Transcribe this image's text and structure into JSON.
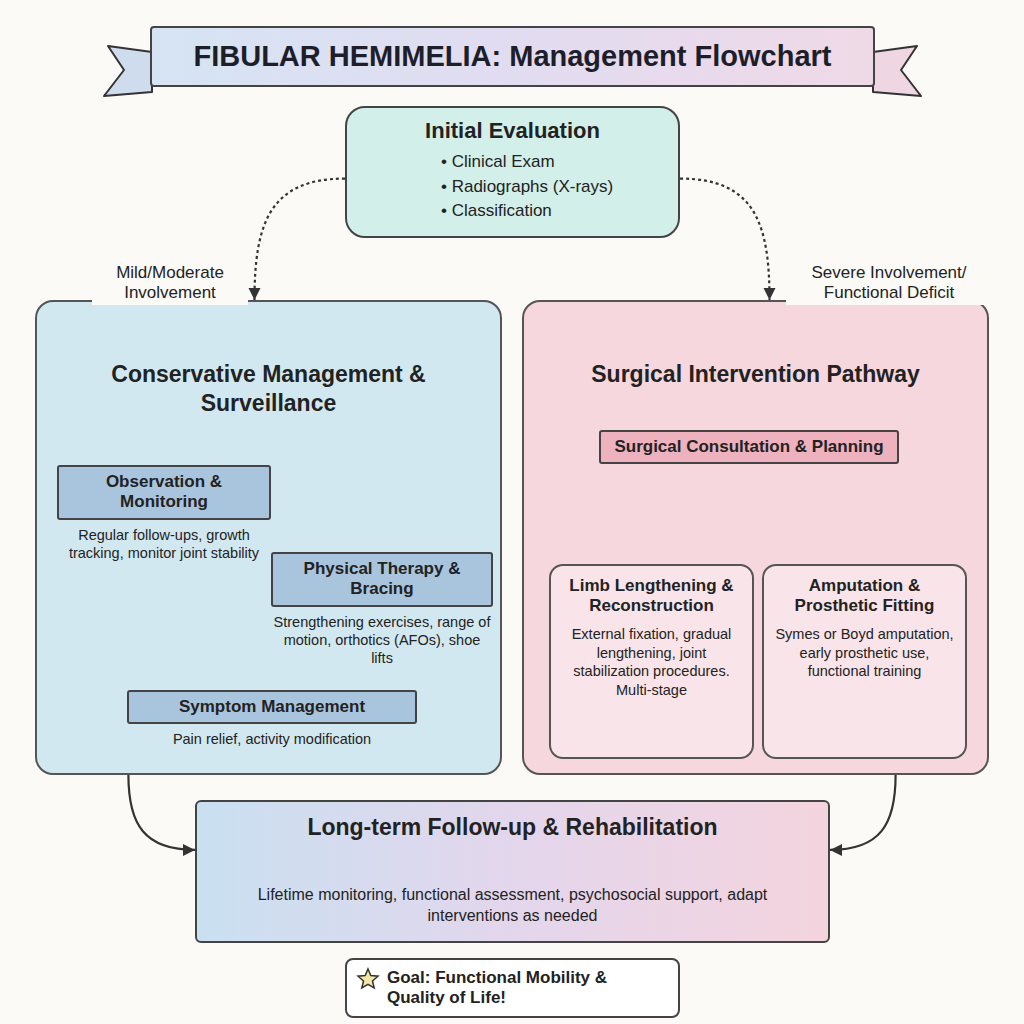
{
  "diagram": {
    "title": "FIBULAR HEMIMELIA: Management Flowchart",
    "nodes": [
      {
        "text": [
          "Initial Evaluation",
          "• Clinical Exam",
          "• Radiographs (X-rays)",
          "• Classification"
        ]
      },
      {
        "text": [
          "Conservative Management & Surveillance"
        ]
      },
      {
        "text": [
          "Observation & Monitoring",
          "Regular follow-ups, growth tracking, monitor joint stability"
        ],
        "in": 1
      },
      {
        "text": [
          "Physical Therapy & Bracing",
          "Strengthening exercises, range of motion, orthotics (AFOs), shoe lifts"
        ],
        "in": 1
      },
      {
        "text": [
          "Symptom Management",
          "Pain relief, activity modification"
        ],
        "in": 1
      },
      {
        "text": [
          "Surgical Intervention Pathway"
        ]
      },
      {
        "text": [
          "Surgical Consultation & Planning"
        ],
        "in": 5
      },
      {
        "text": [
          "Limb Lengthening & Reconstruction",
          "External fixation, gradual lengthening, joint stabilization procedures. Multi-stage"
        ],
        "in": 5
      },
      {
        "text": [
          "Amputation & Prosthetic Fitting",
          "Symes or Boyd amputation, early prosthetic use, functional training"
        ],
        "in": 5
      },
      {
        "text": [
          "Long-term Follow-up & Rehabilitation",
          "Lifetime monitoring, functional assessment, psychosocial support, adapt interventions as needed"
        ]
      },
      {
        "text": [
          "Goal: Functional Mobility & Quality of Life!"
        ]
      }
    ],
    "edges": [
      {
        "from": 0,
        "to": 1,
        "label": "Mild/Moderate Involvement",
        "arrow": "to"
      },
      {
        "from": 0,
        "to": 5,
        "label": "Severe Involvement/ Functional Deficit",
        "arrow": "to"
      },
      {
        "from": 2,
        "to": 3,
        "arrow": "to"
      },
      {
        "from": 3,
        "to": 4,
        "arrow": "to"
      },
      {
        "from": 6,
        "to": 7,
        "arrow": "to"
      },
      {
        "from": 6,
        "to": 8,
        "arrow": "to"
      },
      {
        "from": 1,
        "to": 9,
        "arrow": "to"
      },
      {
        "from": 5,
        "to": 9,
        "arrow": "to"
      }
    ]
  }
}
